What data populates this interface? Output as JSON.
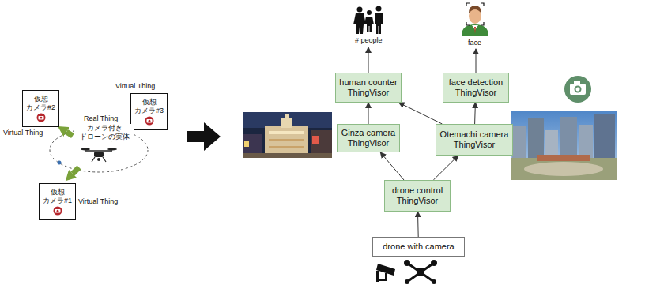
{
  "diagram": {
    "nodes": [
      {
        "text": [
          "仮想 カメラ#2"
        ]
      },
      {
        "text": [
          "仮想 カメラ#3"
        ]
      },
      {
        "text": [
          "仮想 カメラ#1"
        ]
      },
      {
        "text": [
          "human counter ThingVisor"
        ]
      },
      {
        "text": [
          "face detection ThingVisor"
        ]
      },
      {
        "text": [
          "Ginza camera ThingVisor"
        ]
      },
      {
        "text": [
          "Otemachi camera ThingVisor"
        ]
      },
      {
        "text": [
          "drone control ThingVisor"
        ]
      },
      {
        "text": [
          "drone with camera"
        ]
      }
    ],
    "edges": [
      {
        "from": 8,
        "to": 7,
        "arrow": "to"
      },
      {
        "from": 7,
        "to": 5,
        "arrow": "to"
      },
      {
        "from": 7,
        "to": 6,
        "arrow": "to"
      },
      {
        "from": 5,
        "to": 3,
        "arrow": "to"
      },
      {
        "from": 6,
        "to": 3,
        "arrow": "to"
      },
      {
        "from": 6,
        "to": 4,
        "arrow": "to"
      }
    ],
    "labels": [
      "Virtual Thing",
      "Real Thing",
      "カメラ付き ドローンの実体",
      "Virtual Thing",
      "Virtual Thing",
      "# people",
      "face"
    ]
  }
}
